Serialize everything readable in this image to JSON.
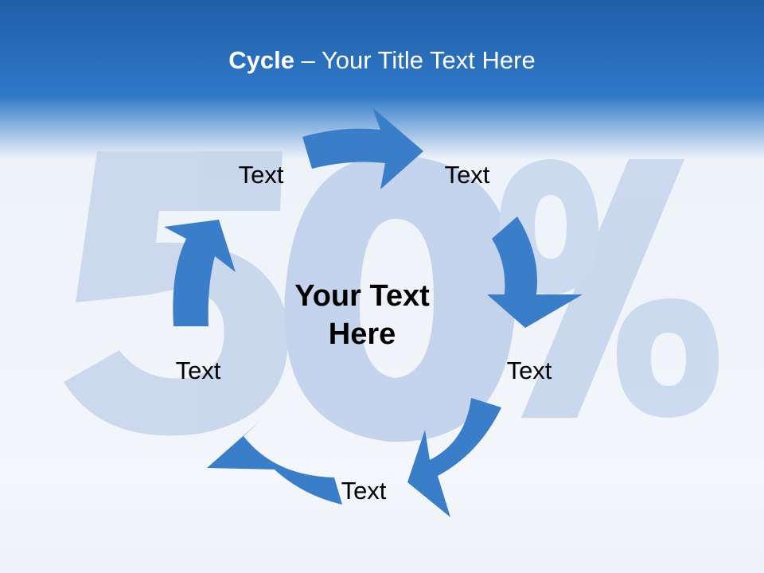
{
  "title": {
    "bold": "Cycle",
    "rest": " – Your Title Text Here"
  },
  "background": {
    "figure_text": "50%",
    "figure_color": "#c9d8ee"
  },
  "cycle": {
    "arrow_color": "#3a7ec9",
    "center": {
      "line1": "Your Text",
      "line2": "Here"
    },
    "labels": [
      "Text",
      "Text",
      "Text",
      "Text",
      "Text"
    ]
  }
}
